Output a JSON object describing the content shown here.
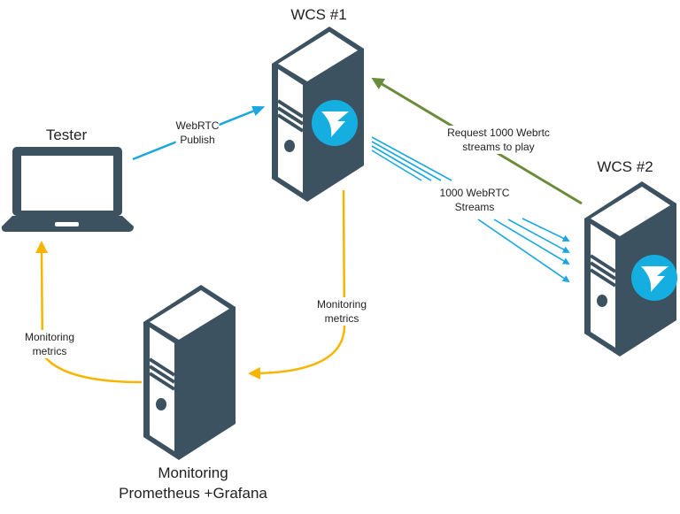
{
  "colors": {
    "device": "#3d5260",
    "publish": "#1aa7e0",
    "request": "#6a8c3a",
    "metrics": "#f7b500",
    "logo": "#14aee0"
  },
  "nodes": {
    "wcs1": {
      "title": "WCS #1",
      "icon": "server-with-flashphoner-logo"
    },
    "wcs2": {
      "title": "WCS #2",
      "icon": "server-with-flashphoner-logo"
    },
    "tester": {
      "title": "Tester",
      "icon": "laptop"
    },
    "monitoring": {
      "title": "Monitoring",
      "subtitle": "Prometheus +Grafana",
      "icon": "server"
    }
  },
  "edges": {
    "publish": {
      "line1": "WebRTC",
      "line2": "Publish"
    },
    "request": {
      "line1": "Request 1000 Webrtc",
      "line2": "streams to play"
    },
    "streams": {
      "line1": "1000 WebRTC",
      "line2": "Streams"
    },
    "metrics_wcs": {
      "line1": "Monitoring",
      "line2": "metrics"
    },
    "metrics_tester": {
      "line1": "Monitoring",
      "line2": "metrics"
    }
  }
}
